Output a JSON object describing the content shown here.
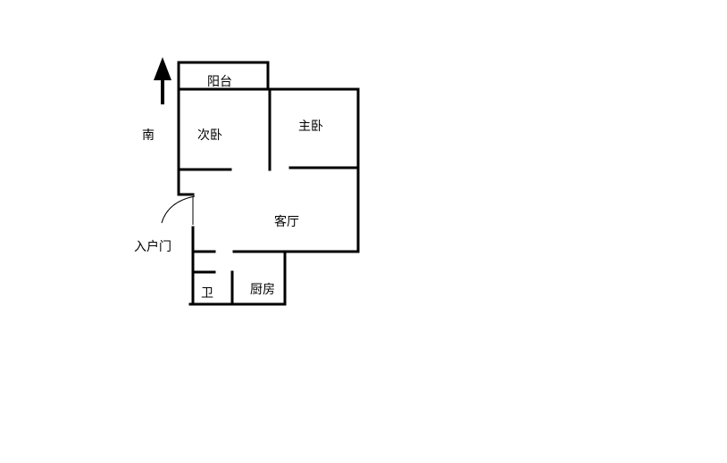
{
  "labels": {
    "balcony": "阳台",
    "second_bedroom": "次卧",
    "master_bedroom": "主卧",
    "living_room": "客厅",
    "bathroom": "卫",
    "kitchen": "厨房",
    "entrance_door": "入户门",
    "direction": "南"
  },
  "colors": {
    "wall": "#000000",
    "background": "#ffffff"
  },
  "icons": {
    "direction_arrow": "arrow-up-icon",
    "door": "door-swing-icon"
  }
}
